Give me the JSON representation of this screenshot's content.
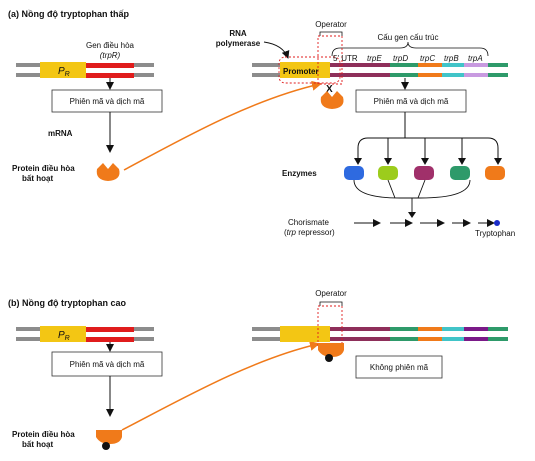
{
  "panel_a": {
    "title": "(a) Nồng độ tryptophan thấp",
    "regulator_gene_label": "Gen điều hòa",
    "regulator_gene_name": "(trpR)",
    "promoter_small": "P",
    "promoter_small_sub": "R",
    "box_translate": "Phiên mã và dịch mã",
    "mrna": "mRNA",
    "protein_line1": "Protein điều hòa",
    "protein_line2": "bất hoạt",
    "rna_pol_line1": "RNA",
    "rna_pol_line2": "polymerase",
    "operator": "Operator",
    "structural_genes": "Cấu gen cấu trúc",
    "promoter": "Promoter",
    "utr": "5' UTR",
    "genes": [
      "trpE",
      "trpD",
      "trpC",
      "trpB",
      "trpA"
    ],
    "blocked_mark": "X",
    "operon_box": "Phiên mã và dịch mã",
    "enzymes": "Enzymes",
    "chorismate": "Chorismate",
    "trp_repressor_italic": "trp",
    "trp_repressor_rest": " repressor)",
    "tryptophan": "Tryptophan"
  },
  "panel_b": {
    "title": "(b) Nồng độ tryptophan cao",
    "promoter_small": "P",
    "promoter_small_sub": "R",
    "box_translate": "Phiên mã và dịch mã",
    "protein_line1": "Protein điều hòa",
    "protein_line2": "bất hoạt",
    "operator": "Operator",
    "no_transcription": "Không phiên mã"
  },
  "colors": {
    "promoter_yellow": "#f3c614",
    "gene_red": "#e01c1c",
    "utr_maroon": "#8e2f5a",
    "trpE": "#8e2f5a",
    "trpD": "#2e9a6a",
    "trpC": "#f07a1a",
    "trpB": "#41c4c8",
    "trpA": "#c89ae0",
    "trpA_b": "#7a1a88",
    "dna_gray": "#8c8c8c",
    "arrow_orange": "#f07a1a",
    "tryptophan_dot": "#1a2cc8"
  },
  "enzyme_colors": [
    "#2e6ae0",
    "#9ccc1c",
    "#a0306a",
    "#2e9a6a",
    "#f07a1a"
  ]
}
